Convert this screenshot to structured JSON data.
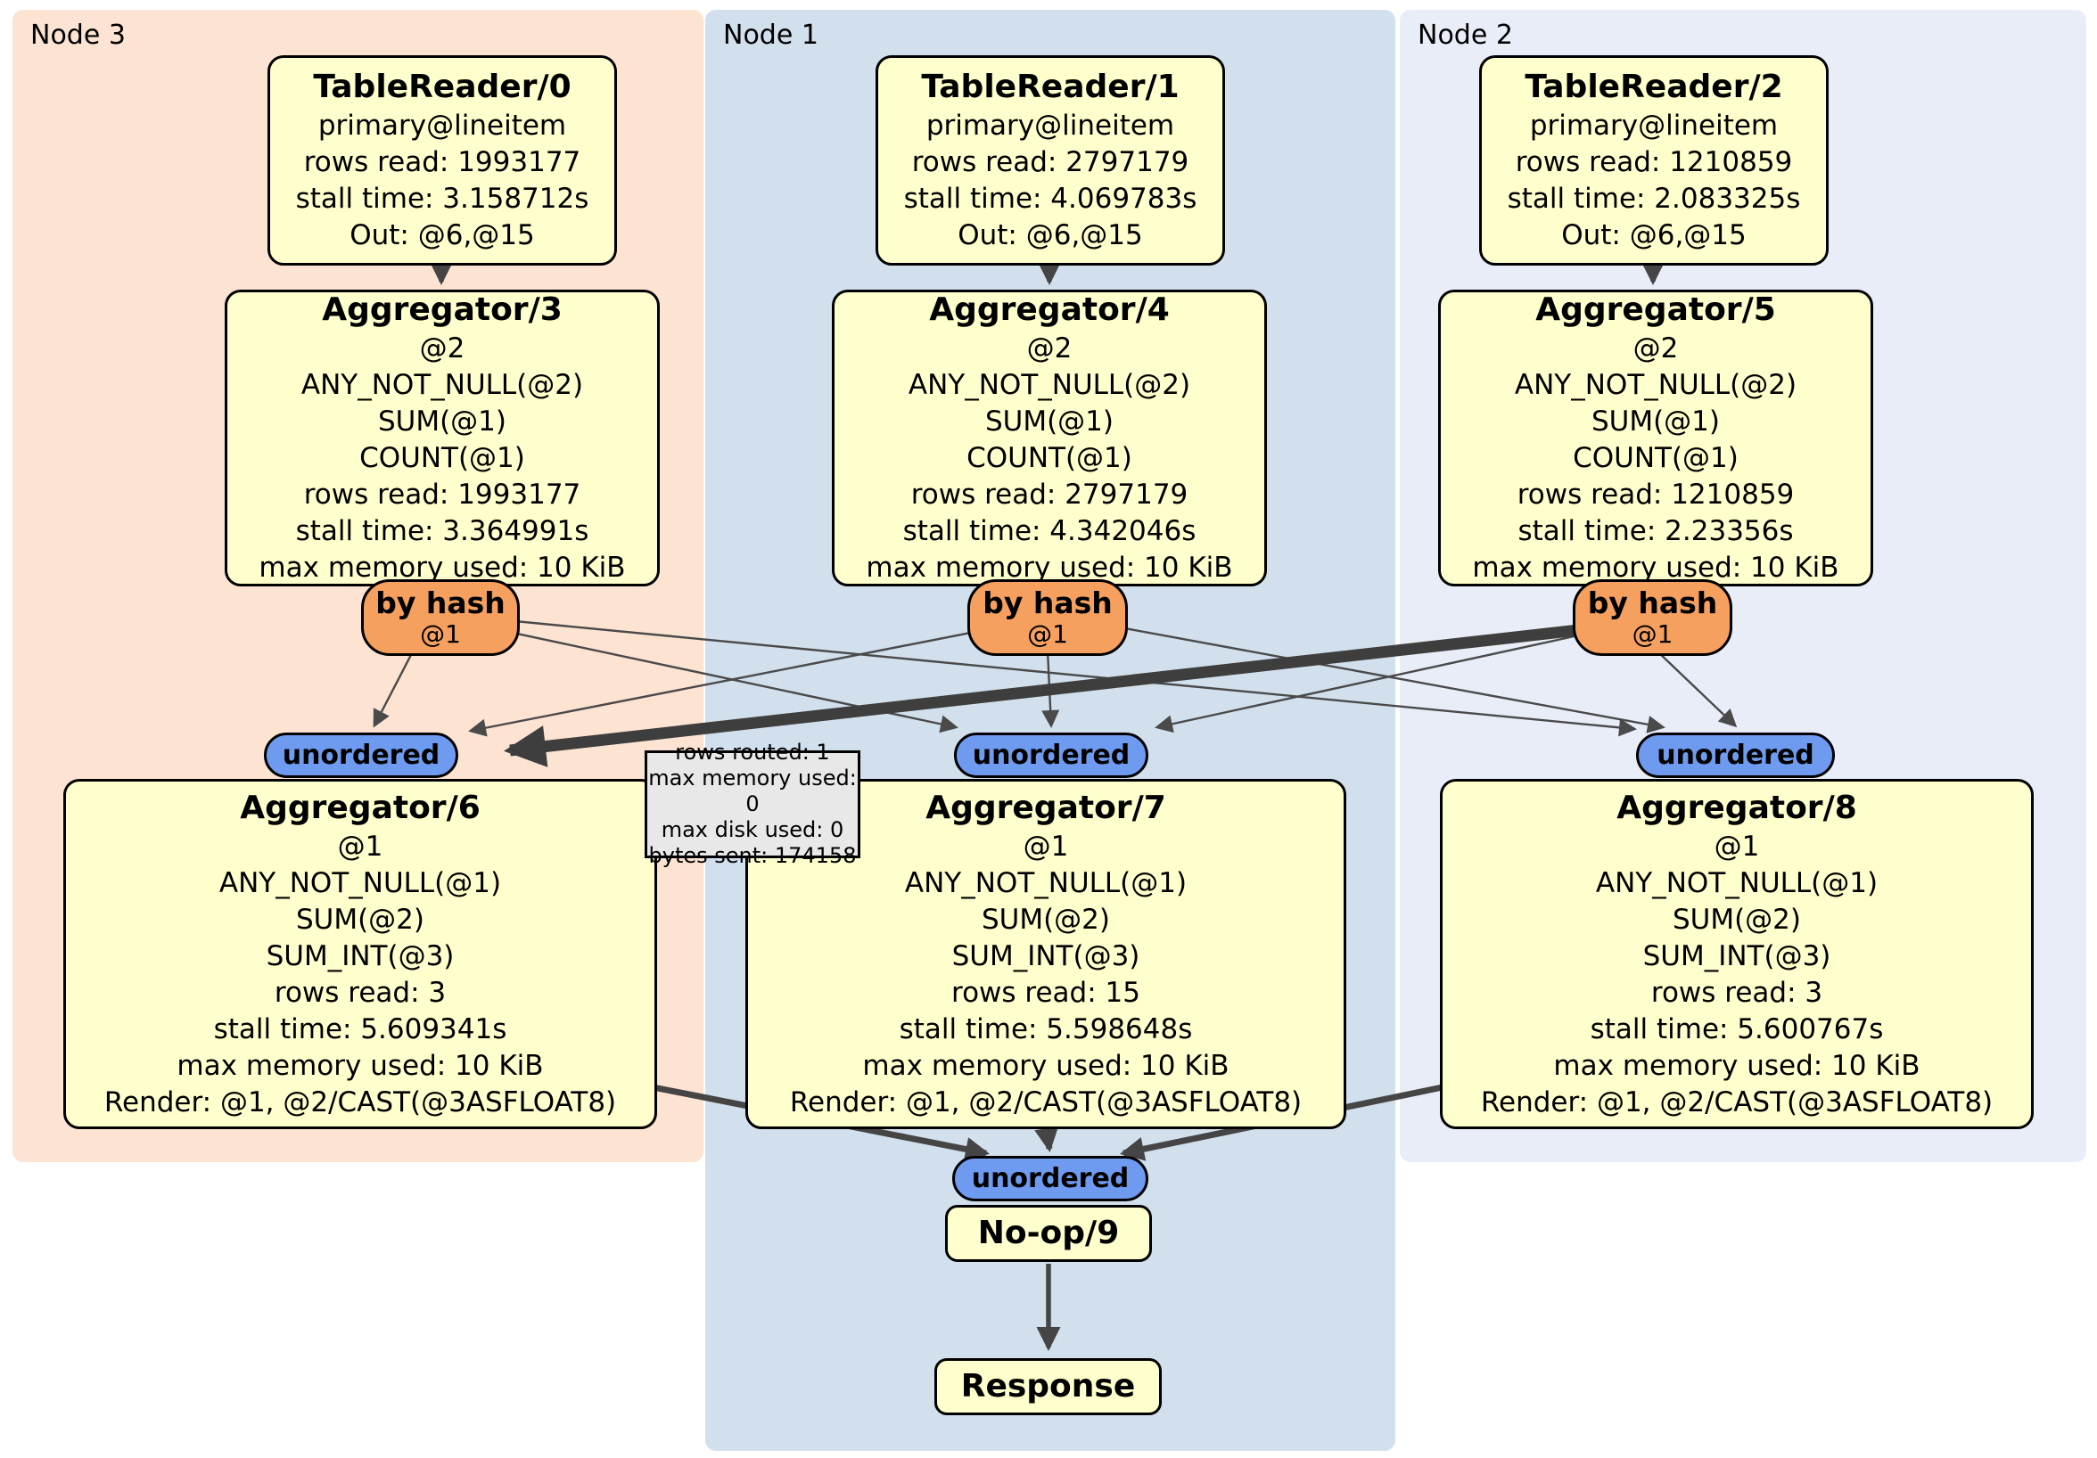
{
  "regions": [
    {
      "id": "node3",
      "label": "Node 3"
    },
    {
      "id": "node1",
      "label": "Node 1"
    },
    {
      "id": "node2",
      "label": "Node 2"
    }
  ],
  "processors": {
    "tr0": {
      "title": "TableReader/0",
      "lines": [
        "primary@lineitem",
        "rows read: 1993177",
        "stall time: 3.158712s",
        "Out: @6,@15"
      ]
    },
    "tr1": {
      "title": "TableReader/1",
      "lines": [
        "primary@lineitem",
        "rows read: 2797179",
        "stall time: 4.069783s",
        "Out: @6,@15"
      ]
    },
    "tr2": {
      "title": "TableReader/2",
      "lines": [
        "primary@lineitem",
        "rows read: 1210859",
        "stall time: 2.083325s",
        "Out: @6,@15"
      ]
    },
    "agg3": {
      "title": "Aggregator/3",
      "lines": [
        "@2",
        "ANY_NOT_NULL(@2)",
        "SUM(@1)",
        "COUNT(@1)",
        "rows read: 1993177",
        "stall time: 3.364991s",
        "max memory used: 10 KiB"
      ]
    },
    "agg4": {
      "title": "Aggregator/4",
      "lines": [
        "@2",
        "ANY_NOT_NULL(@2)",
        "SUM(@1)",
        "COUNT(@1)",
        "rows read: 2797179",
        "stall time: 4.342046s",
        "max memory used: 10 KiB"
      ]
    },
    "agg5": {
      "title": "Aggregator/5",
      "lines": [
        "@2",
        "ANY_NOT_NULL(@2)",
        "SUM(@1)",
        "COUNT(@1)",
        "rows read: 1210859",
        "stall time: 2.23356s",
        "max memory used: 10 KiB"
      ]
    },
    "agg6": {
      "title": "Aggregator/6",
      "lines": [
        "@1",
        "ANY_NOT_NULL(@1)",
        "SUM(@2)",
        "SUM_INT(@3)",
        "rows read: 3",
        "stall time: 5.609341s",
        "max memory used: 10 KiB",
        "Render: @1, @2/CAST(@3ASFLOAT8)"
      ]
    },
    "agg7": {
      "title": "Aggregator/7",
      "lines": [
        "@1",
        "ANY_NOT_NULL(@1)",
        "SUM(@2)",
        "SUM_INT(@3)",
        "rows read: 15",
        "stall time: 5.598648s",
        "max memory used: 10 KiB",
        "Render: @1, @2/CAST(@3ASFLOAT8)"
      ]
    },
    "agg8": {
      "title": "Aggregator/8",
      "lines": [
        "@1",
        "ANY_NOT_NULL(@1)",
        "SUM(@2)",
        "SUM_INT(@3)",
        "rows read: 3",
        "stall time: 5.600767s",
        "max memory used: 10 KiB",
        "Render: @1, @2/CAST(@3ASFLOAT8)"
      ]
    },
    "noop": {
      "title": "No-op/9"
    },
    "response": {
      "title": "Response"
    }
  },
  "router": {
    "label": "by hash",
    "sublabel": "@1"
  },
  "sync": {
    "label": "unordered"
  },
  "tooltip": {
    "lines": [
      "rows routed: 1",
      "max memory used: 0",
      "max disk used: 0",
      "bytes sent: 174158"
    ]
  },
  "colors": {
    "node3_bg": "#fce3d2",
    "node1_bg": "#d2dfec",
    "node2_bg": "#e9edf7",
    "processor_bg": "#ffffcd",
    "router_bg": "#f5a05f",
    "sync_bg": "#6e9bf0",
    "tooltip_bg": "#e8e8e8",
    "edge": "#4a4a4a"
  }
}
